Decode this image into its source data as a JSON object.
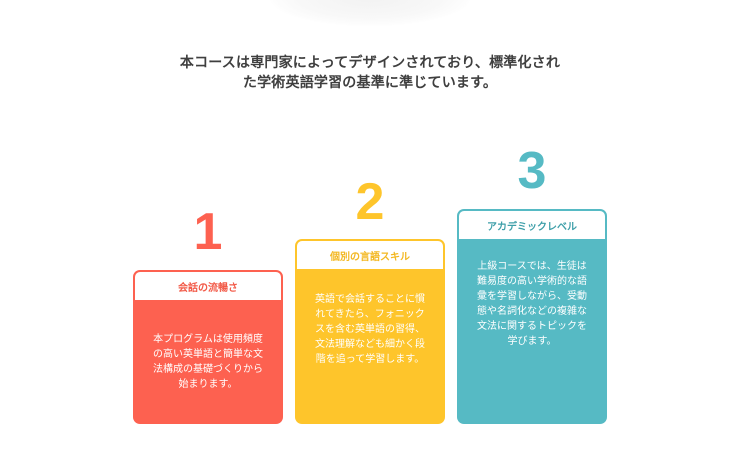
{
  "intro": {
    "line1": "本コースは専門家によってデザインされており、標準化され",
    "line2": "た学術英語学習の基準に準じています。"
  },
  "levels": [
    {
      "number": "1",
      "title": "会話の流暢さ",
      "description": "本プログラムは使用頻度の高い英単語と簡単な文法構成の基礎づくりから始まります。",
      "color": "#fd6150"
    },
    {
      "number": "2",
      "title": "個別の言語スキル",
      "description": "英語で会話することに慣れてきたら、フォニックスを含む英単語の習得、文法理解なども細かく段階を追って学習します。",
      "color": "#fec52b"
    },
    {
      "number": "3",
      "title": "アカデミックレベル",
      "description": "上級コースでは、生徒は難易度の高い学術的な語彙を学習しながら、受動態や名詞化などの複雑な文法に関するトピックを学びます。",
      "color": "#56bac4"
    }
  ]
}
